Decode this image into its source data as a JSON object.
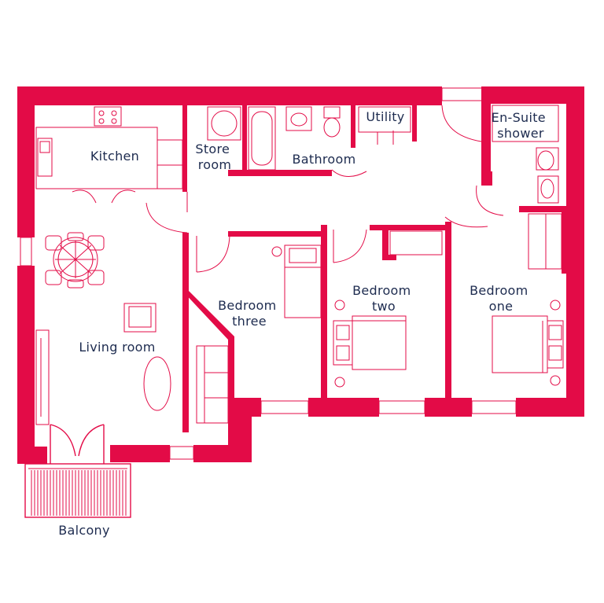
{
  "rooms": {
    "kitchen": [
      "Kitchen"
    ],
    "store_room": [
      "Store",
      "room"
    ],
    "bathroom": [
      "Bathroom"
    ],
    "utility": [
      "Utility"
    ],
    "ensuite": [
      "En-Suite",
      "shower"
    ],
    "living_room": [
      "Living room"
    ],
    "bedroom_three": [
      "Bedroom",
      "three"
    ],
    "bedroom_two": [
      "Bedroom",
      "two"
    ],
    "bedroom_one": [
      "Bedroom",
      "one"
    ],
    "balcony": [
      "Balcony"
    ]
  },
  "colors": {
    "wall": "#e30b47",
    "label_text": "#1d2b4f",
    "background": "#ffffff"
  }
}
